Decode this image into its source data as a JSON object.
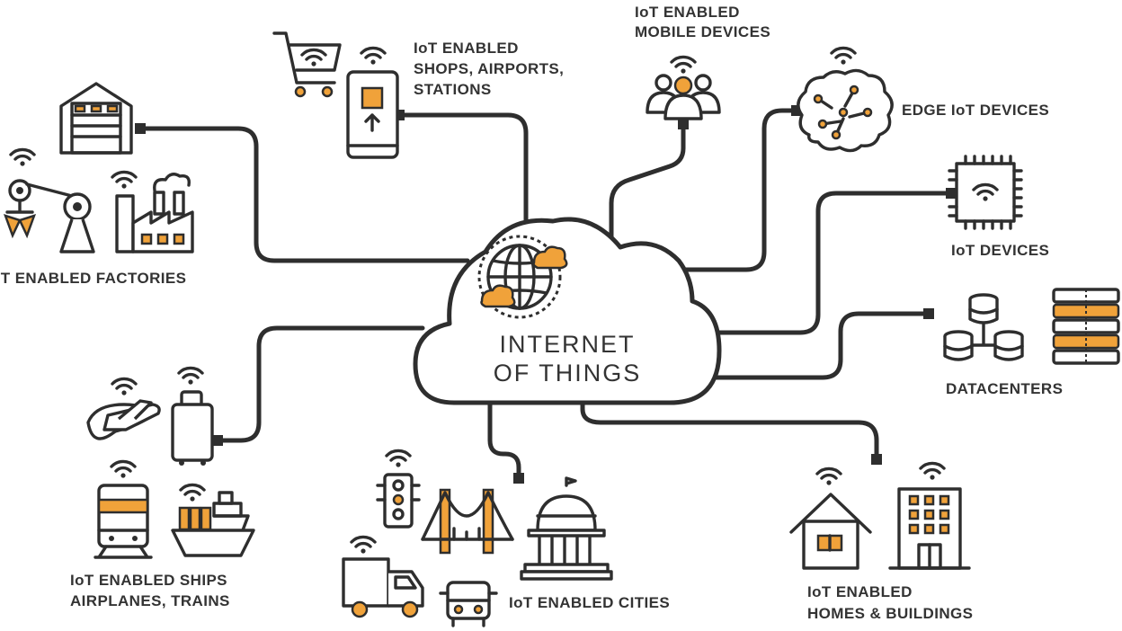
{
  "center": {
    "line1": "INTERNET",
    "line2": "OF THINGS"
  },
  "nodes": {
    "factories": {
      "line1": "oT ENABLED FACTORIES"
    },
    "shops": {
      "line1": "IoT ENABLED",
      "line2": "SHOPS, AIRPORTS,",
      "line3": "STATIONS"
    },
    "mobile": {
      "line1": "IoT ENABLED",
      "line2": "MOBILE DEVICES"
    },
    "edge": {
      "line1": "EDGE IoT DEVICES"
    },
    "iot_devices": {
      "line1": "IoT DEVICES"
    },
    "datacenters": {
      "line1": "DATACENTERS"
    },
    "transport": {
      "line1": "IoT ENABLED SHIPS",
      "line2": "AIRPLANES, TRAINS"
    },
    "cities": {
      "line1": "IoT ENABLED CITIES"
    },
    "homes": {
      "line1": "IoT ENABLED",
      "line2": "HOMES & BUILDINGS"
    }
  },
  "colors": {
    "accent": "#f0a23a",
    "ink": "#2e2e2e",
    "background": "#ffffff"
  },
  "icons": [
    "warehouse-icon",
    "robot-arm-icon",
    "factory-icon",
    "shopping-cart-icon",
    "smartphone-icon",
    "people-group-icon",
    "brain-chip-icon",
    "microchip-icon",
    "database-icon",
    "server-rack-icon",
    "globe-icon",
    "cloud-icon",
    "airplane-icon",
    "luggage-icon",
    "train-icon",
    "ship-icon",
    "traffic-light-icon",
    "bridge-icon",
    "capitol-icon",
    "truck-icon",
    "car-icon",
    "house-icon",
    "office-building-icon",
    "wifi-icon"
  ]
}
